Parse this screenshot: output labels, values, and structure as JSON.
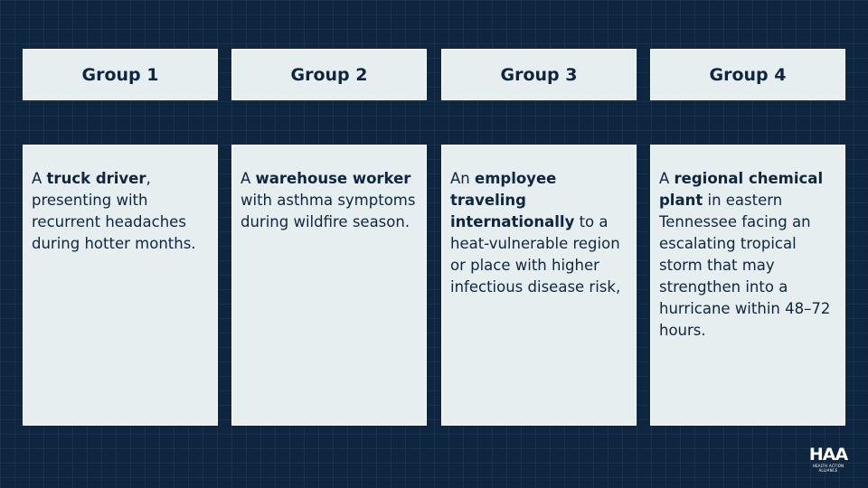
{
  "groups": [
    {
      "title": "Group 1",
      "segments": [
        {
          "text": "A ",
          "bold": false
        },
        {
          "text": "truck driver",
          "bold": true
        },
        {
          "text": ", presenting with recurrent headaches during hotter months.",
          "bold": false
        }
      ]
    },
    {
      "title": "Group 2",
      "segments": [
        {
          "text": "A ",
          "bold": false
        },
        {
          "text": "warehouse worker",
          "bold": true
        },
        {
          "text": " with asthma symptoms during wildfire season.",
          "bold": false
        }
      ]
    },
    {
      "title": "Group 3",
      "segments": [
        {
          "text": "An ",
          "bold": false
        },
        {
          "text": "employee traveling internationally",
          "bold": true
        },
        {
          "text": " to a heat-vulnerable region or place with higher infectious disease risk,",
          "bold": false
        }
      ]
    },
    {
      "title": "Group 4",
      "segments": [
        {
          "text": "A ",
          "bold": false
        },
        {
          "text": "regional chemical plant",
          "bold": true
        },
        {
          "text": " in eastern Tennessee facing an escalating tropical storm that may strengthen into a hurricane within 48–72 hours.",
          "bold": false
        }
      ]
    }
  ],
  "logo": {
    "mark": "HAA",
    "line1": "HEALTH ACTION",
    "line2": "ALLIANCE"
  },
  "colors": {
    "background": "#0f2640",
    "card": "#e6eef0",
    "text": "#0f2640"
  }
}
